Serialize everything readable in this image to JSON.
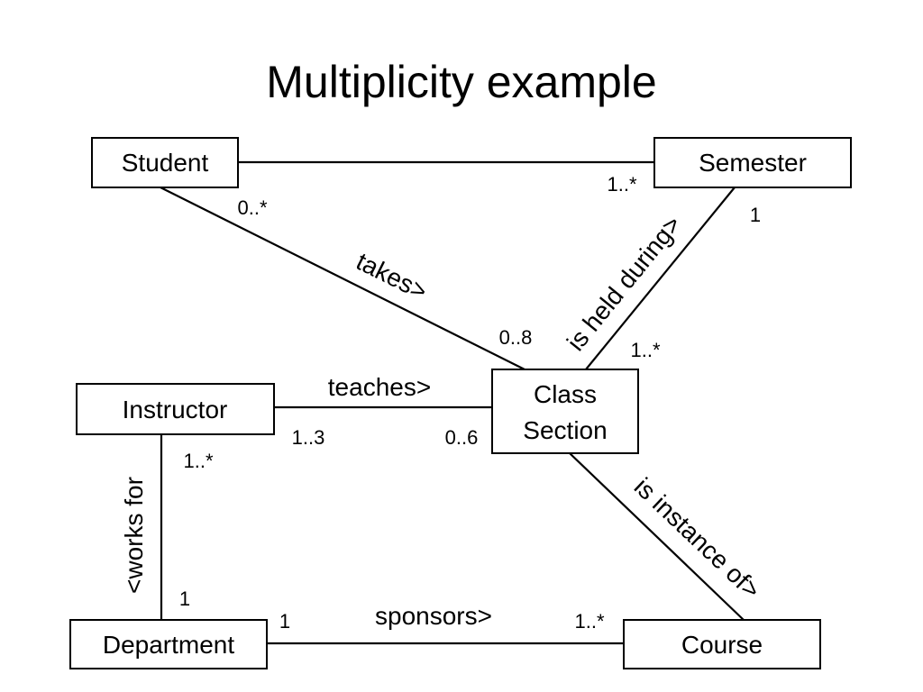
{
  "title": "Multiplicity example",
  "classes": {
    "student": "Student",
    "semester": "Semester",
    "instructor": "Instructor",
    "class_section_line1": "Class",
    "class_section_line2": "Section",
    "department": "Department",
    "course": "Course"
  },
  "associations": {
    "takes": "takes>",
    "is_held_during": "is held during>",
    "teaches": "teaches>",
    "works_for": "<works for",
    "sponsors": "sponsors>",
    "is_instance_of": "is instance of>"
  },
  "multiplicities": {
    "student_semester_at_semester": "1..*",
    "takes_at_student": "0..*",
    "takes_at_section": "0..8",
    "held_at_semester": "1",
    "held_at_section": "1..*",
    "teaches_at_instructor": "1..3",
    "teaches_at_section": "0..6",
    "works_at_instructor": "1..*",
    "works_at_department": "1",
    "sponsors_at_department": "1",
    "sponsors_at_course": "1..*"
  }
}
